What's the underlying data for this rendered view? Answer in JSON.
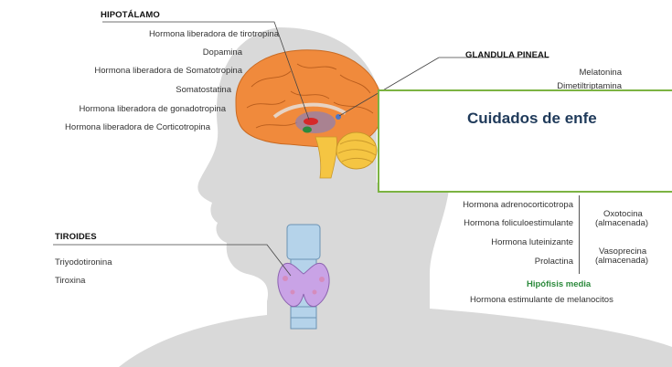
{
  "hypothalamus": {
    "header": "HIPOTÁLAMO",
    "hormones": [
      "Hormona liberadora de tirotropina",
      "Dopamina",
      "Hormona liberadora de Somatotropina",
      "Somatostatina",
      "Hormona liberadora de gonadotropina",
      "Hormona liberadora de Corticotropina"
    ]
  },
  "pineal": {
    "header": "GLANDULA PINEAL",
    "hormones": [
      "Melatonina",
      "Dimetiltriptamina"
    ]
  },
  "thyroid": {
    "header": "TIROIDES",
    "hormones": [
      "Triyodotironina",
      "Tiroxina"
    ]
  },
  "pituitary_anterior": [
    "Hormona adrenocorticotropa",
    "Hormona foliculoestimulante",
    "Hormona luteinizante",
    "Prolactina"
  ],
  "pituitary_posterior": [
    {
      "line1": "Oxotocina",
      "line2": "(almacenada)"
    },
    {
      "line1": "Vasoprecina",
      "line2": "(almacenada)"
    }
  ],
  "pituitary_middle": {
    "header": "Hipófisis media",
    "hormone": "Hormona estimulante de melanocitos"
  },
  "overlay": {
    "title": "Cuidados de enfe"
  },
  "colors": {
    "silhouette": "#d9d9d9",
    "brain": "#f08a3c",
    "cerebellum": "#f5c542",
    "thyroid": "#c9a3e6",
    "trachea": "#b5d3ea",
    "overlay_border": "#7cb342",
    "green_text": "#2c8a3c"
  }
}
